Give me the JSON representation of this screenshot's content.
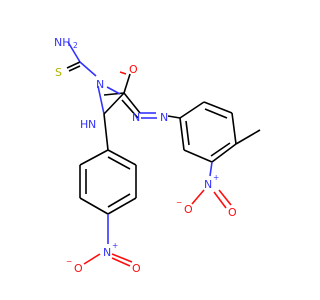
{
  "colors": {
    "carbon_bond": "#000000",
    "nitrogen": "#3333ff",
    "oxygen": "#ff0d0d",
    "sulfur": "#b2b200",
    "background": "#ffffff"
  },
  "atoms": {
    "amide_n": "NH",
    "amide_n_sub": "2",
    "thione_s": "S",
    "pyrazole_n1": "N",
    "pyrazole_n2": "N",
    "pyrazole_nh_h": "H",
    "carbonyl_o": "O",
    "azo_n_a": "N",
    "azo_n_b": "N",
    "nitro_ring_n": "N",
    "nitro_ring_n_charge": "+",
    "nitro_ring_o_dbl": "O",
    "nitro_ring_o_neg": "O",
    "nitro_ring_o_charge": "−",
    "nitro_phenyl_n": "N",
    "nitro_phenyl_n_charge": "+",
    "nitro_phenyl_o_neg": "O",
    "nitro_phenyl_o_charge": "−",
    "nitro_phenyl_o_dbl": "O"
  }
}
